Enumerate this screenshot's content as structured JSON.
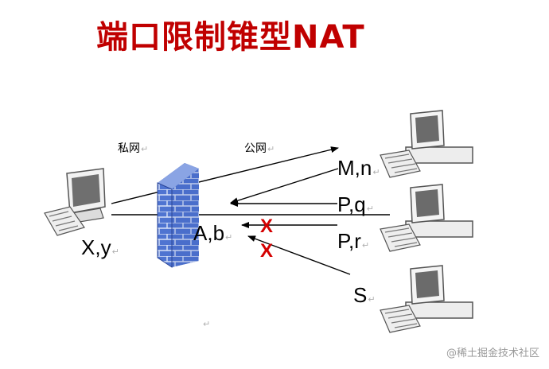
{
  "title": "端口限制锥型NAT",
  "labels": {
    "private_net": "私网",
    "public_net": "公网",
    "host_private": "X,y",
    "nat_addr": "A,b",
    "host_m": "M,n",
    "host_p_q": "P,q",
    "host_p_r": "P,r",
    "host_s": "S",
    "block_1": "X",
    "block_2": "X"
  },
  "return_mark": "↵",
  "watermark": "@稀土掘金技术社区",
  "colors": {
    "title": "#c00000",
    "block": "#d40000",
    "firewall": "#3b5fbf"
  }
}
